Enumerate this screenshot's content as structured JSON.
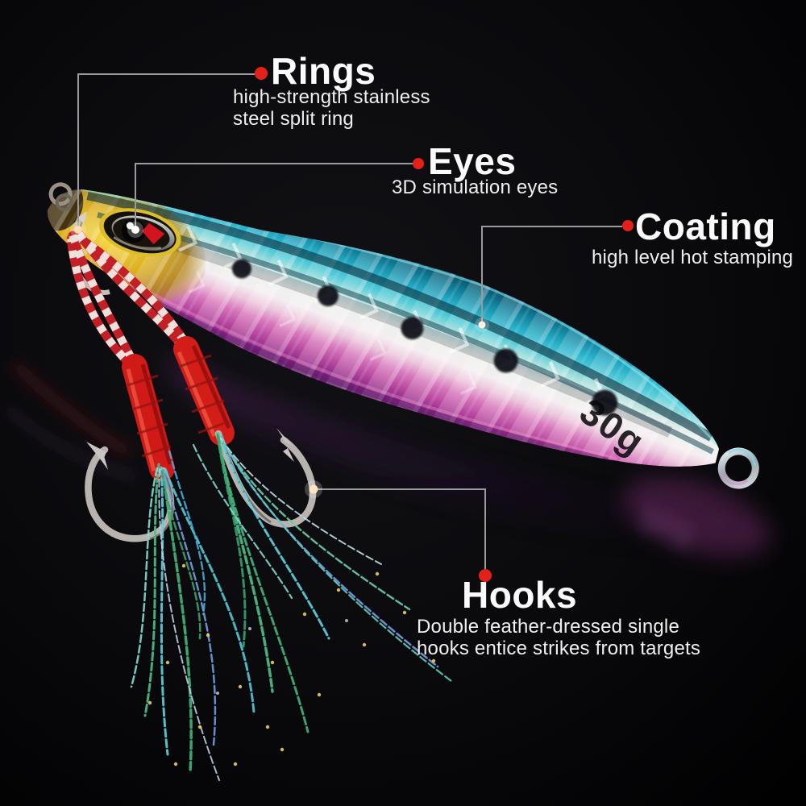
{
  "lure": {
    "weight_label": "30g"
  },
  "callouts": {
    "rings": {
      "title": "Rings",
      "description": "high-strength stainless steel split ring"
    },
    "eyes": {
      "title": "Eyes",
      "description": "3D simulation eyes"
    },
    "coating": {
      "title": "Coating",
      "description": "high level hot stamping"
    },
    "hooks": {
      "title": "Hooks",
      "description": "Double feather-dressed single hooks entice strikes from targets"
    }
  },
  "colors": {
    "accent_red": "#e32119",
    "callout_line": "#9b9b9b",
    "background": "#050507"
  }
}
